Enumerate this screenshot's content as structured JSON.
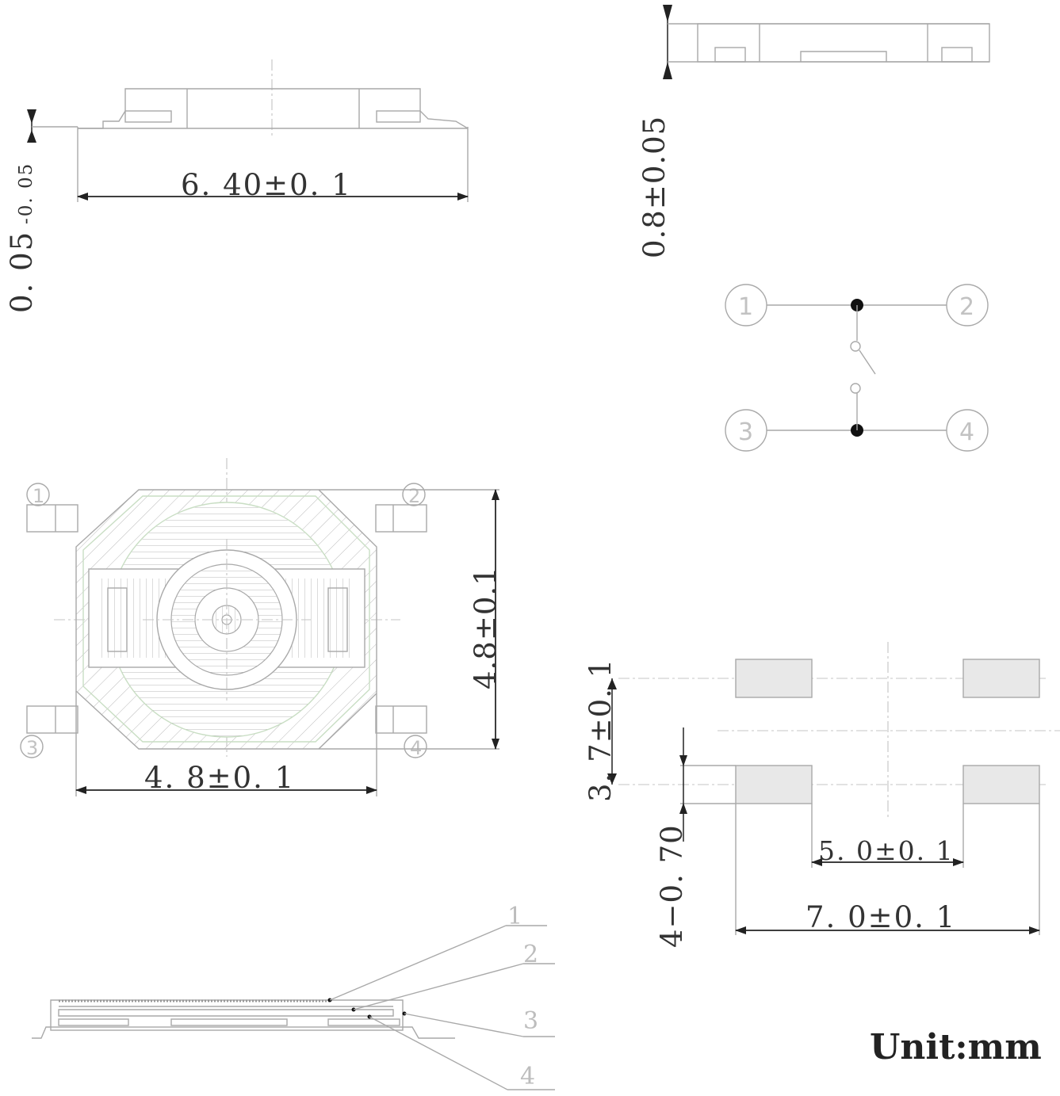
{
  "dimensions": {
    "side_length": "6. 40±0. 1",
    "lead_thickness": "0. 05",
    "lead_thickness_tol": "-0. 05",
    "height": "0.8±0.05",
    "top_height": "4.8±0.1",
    "top_width": "4. 8±0. 1",
    "pad_pitch_y": "3. 7±0. 1",
    "pad_width": "4−0. 70",
    "pad_inner": "5. 0±0. 1",
    "pad_outer": "7. 0±0. 1"
  },
  "schematic": {
    "pins": [
      "1",
      "2",
      "3",
      "4"
    ]
  },
  "layout_pins": [
    "1",
    "2",
    "3",
    "4"
  ],
  "layers": [
    "1",
    "2",
    "3",
    "4"
  ],
  "unit_label": "Unit:mm"
}
